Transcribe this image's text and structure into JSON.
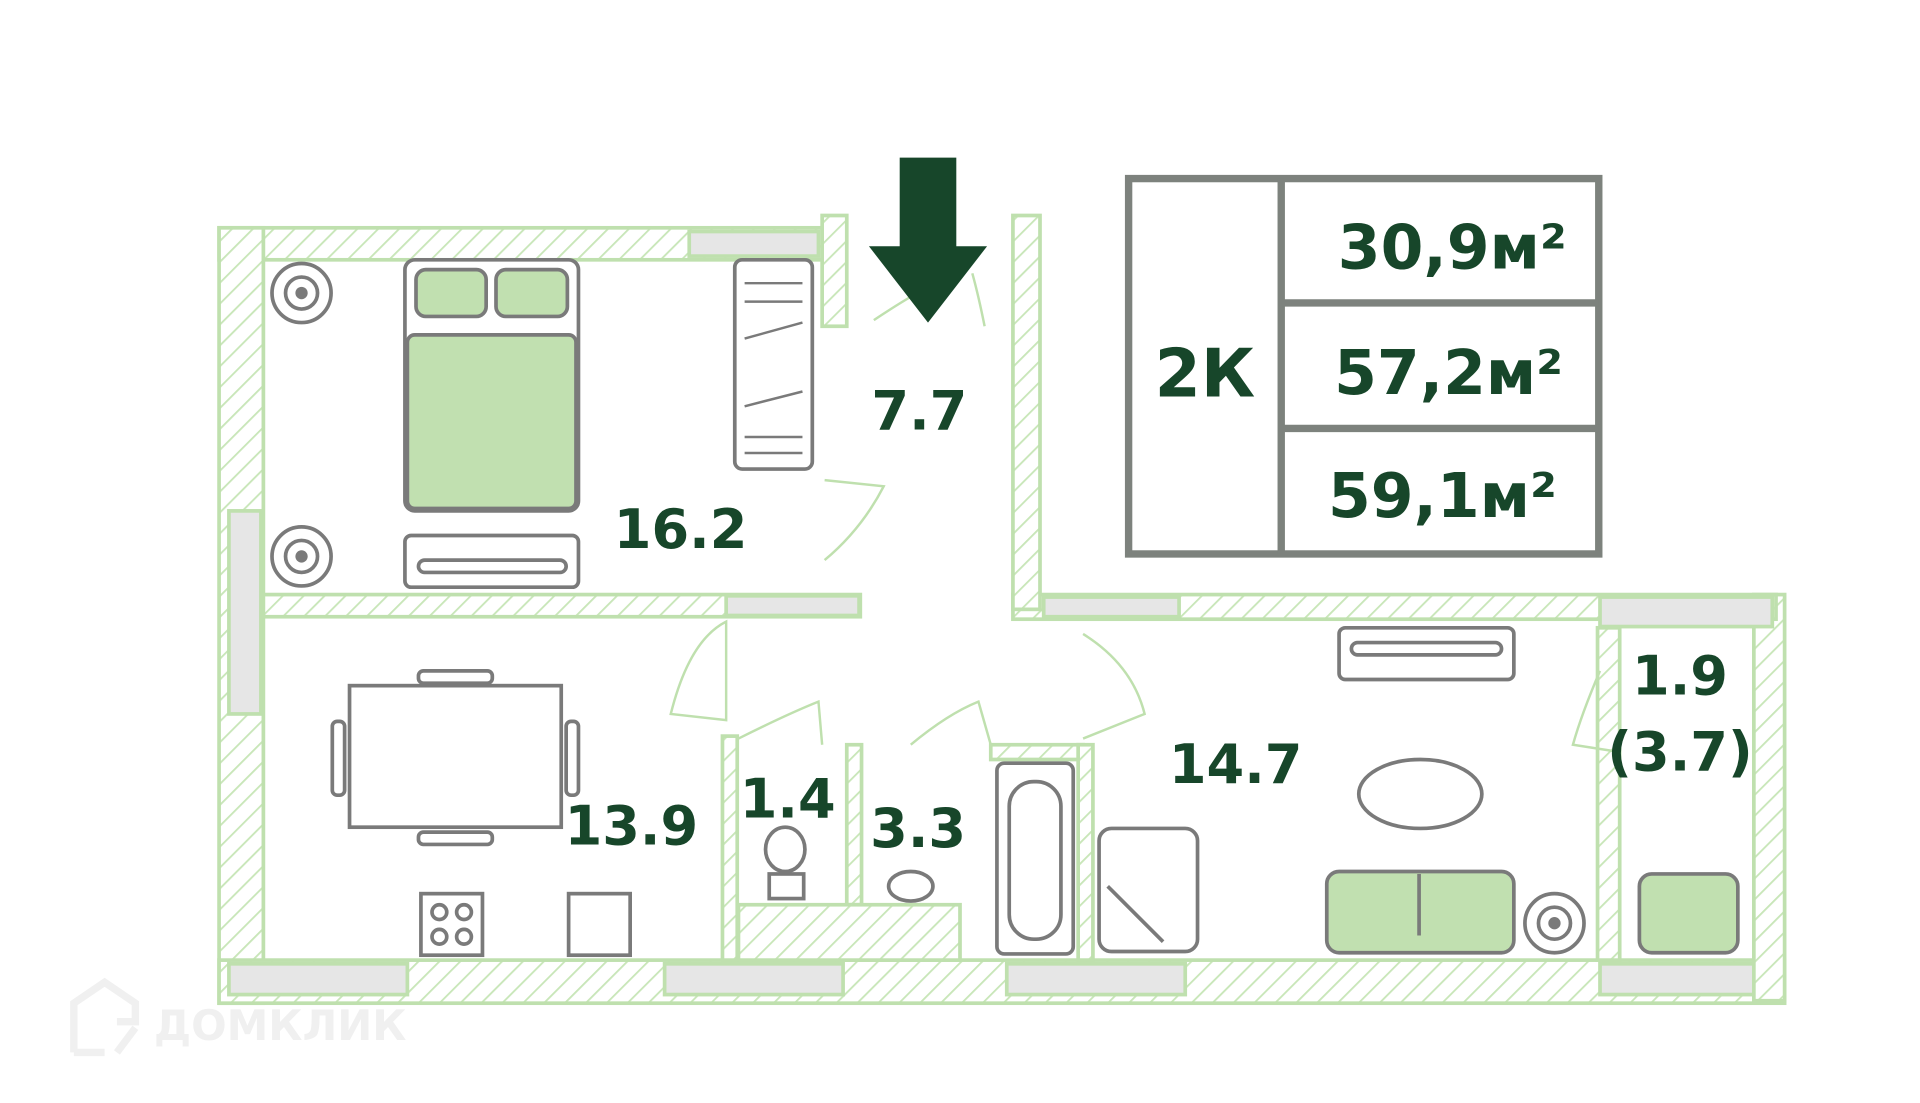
{
  "plan": {
    "rooms": [
      {
        "name": "bedroom",
        "area": "16.2"
      },
      {
        "name": "hallway",
        "area": "7.7"
      },
      {
        "name": "kitchen",
        "area": "13.9"
      },
      {
        "name": "toilet",
        "area": "1.4"
      },
      {
        "name": "bathroom",
        "area": "3.3"
      },
      {
        "name": "living-room",
        "area": "14.7"
      },
      {
        "name": "balcony",
        "area": "1.9",
        "area_full": "(3.7)"
      }
    ]
  },
  "summary": {
    "room_count": "2К",
    "living_area": "30,9м²",
    "total_area": "57,2м²",
    "total_area_with_balcony": "59,1м²"
  },
  "watermark": "ДОМКЛИК",
  "colors": {
    "text": "#17462a",
    "wall": "#bfe0ae",
    "furniture_fill": "#c1e0b0",
    "arrow": "#17462a"
  }
}
